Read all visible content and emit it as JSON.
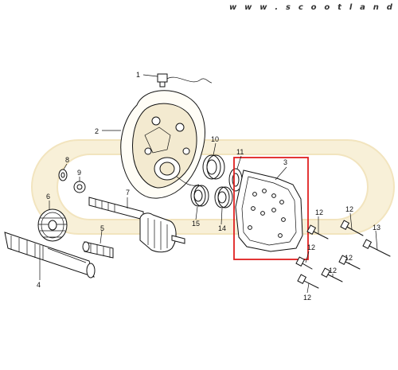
{
  "watermark": "w w w . s c o o t l a n d . c z",
  "colors": {
    "highlight": "#e02020",
    "logo_tint": "#f3e3b2",
    "line": "#111111"
  },
  "callouts": {
    "c1": "1",
    "c2": "2",
    "c3": "3",
    "c4": "4",
    "c5": "5",
    "c6": "6",
    "c7": "7",
    "c8": "8",
    "c9": "9",
    "c10": "10",
    "c11": "11",
    "c12a": "12",
    "c12b": "12",
    "c12c": "12",
    "c12d": "12",
    "c12e": "12",
    "c12f": "12",
    "c13": "13",
    "c14": "14",
    "c15": "15"
  }
}
